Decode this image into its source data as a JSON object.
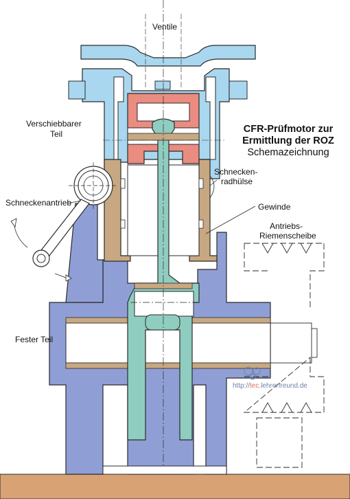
{
  "labels": {
    "ventile": "Ventile",
    "verschiebbarer_1": "Verschiebbarer",
    "verschiebbarer_2": "Teil",
    "schnecken_1": "Schnecken-",
    "schnecken_2": "radhülse",
    "schneckenantrieb": "Schneckenantrieb",
    "gewinde": "Gewinde",
    "antriebs_1": "Antriebs-",
    "antriebs_2": "Riemenscheibe",
    "fester_teil": "Fester Teil"
  },
  "title": {
    "line1": "CFR-Prüfmotor zur",
    "line2": "Ermittlung der ROZ",
    "line3": "Schemazeichnung"
  },
  "watermark": {
    "prefix": "http://",
    "highlight": "tec",
    "suffix": ".lehrerfreund.de"
  },
  "colors": {
    "light_blue": "#a9d7ef",
    "blue": "#8f9fd6",
    "salmon": "#ea8c80",
    "teal": "#8fcdc0",
    "tan": "#c8a882",
    "ground": "#d8a274",
    "outline": "#2a2a2a"
  }
}
